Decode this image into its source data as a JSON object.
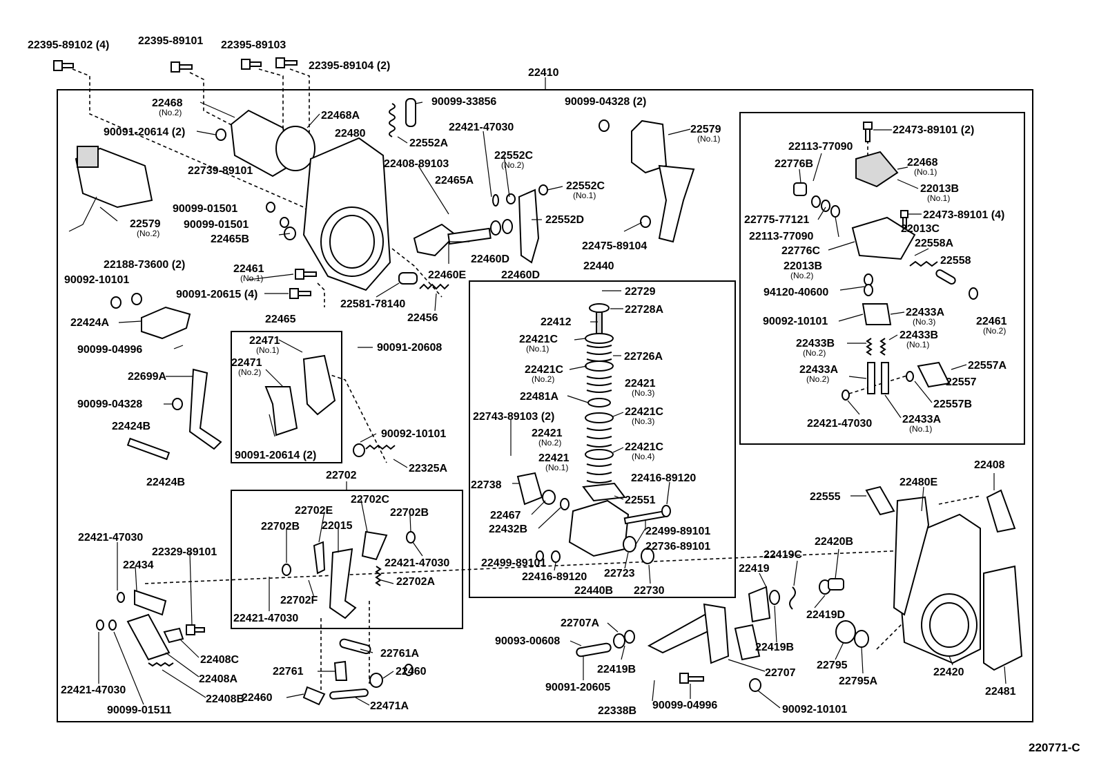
{
  "diagram": {
    "reference_code": "220771-C",
    "main_assembly": "22410",
    "labels": [
      {
        "id": "l1",
        "text": "22395-89102 (4)"
      },
      {
        "id": "l2",
        "text": "22395-89101"
      },
      {
        "id": "l3",
        "text": "22395-89103"
      },
      {
        "id": "l4",
        "text": "22395-89104 (2)"
      },
      {
        "id": "l5",
        "text": "22468",
        "sub": "(No.2)"
      },
      {
        "id": "l6",
        "text": "22468A"
      },
      {
        "id": "l7",
        "text": "90099-33856"
      },
      {
        "id": "l8",
        "text": "22552A"
      },
      {
        "id": "l9",
        "text": "90091-20614 (2)"
      },
      {
        "id": "l10",
        "text": "22480"
      },
      {
        "id": "l11",
        "text": "22421-47030"
      },
      {
        "id": "l12",
        "text": "22408-89103"
      },
      {
        "id": "l13",
        "text": "22552C",
        "sub": "(No.2)"
      },
      {
        "id": "l14",
        "text": "90099-04328 (2)"
      },
      {
        "id": "l15",
        "text": "22579",
        "sub": "(No.1)"
      },
      {
        "id": "l16",
        "text": "22739-89101"
      },
      {
        "id": "l17",
        "text": "22465A"
      },
      {
        "id": "l18",
        "text": "22552C",
        "sub": "(No.1)"
      },
      {
        "id": "l19",
        "text": "90099-01501"
      },
      {
        "id": "l20",
        "text": "90099-01501"
      },
      {
        "id": "l21",
        "text": "22579",
        "sub": "(No.2)"
      },
      {
        "id": "l22",
        "text": "22552D"
      },
      {
        "id": "l23",
        "text": "22465B"
      },
      {
        "id": "l24",
        "text": "22460D"
      },
      {
        "id": "l25",
        "text": "22475-89104"
      },
      {
        "id": "l26",
        "text": "22460E"
      },
      {
        "id": "l27",
        "text": "22460D"
      },
      {
        "id": "l28",
        "text": "22188-73600 (2)"
      },
      {
        "id": "l29",
        "text": "90092-10101"
      },
      {
        "id": "l30",
        "text": "22461",
        "sub": "(No.1)"
      },
      {
        "id": "l31",
        "text": "22440"
      },
      {
        "id": "l32",
        "text": "90091-20615 (4)"
      },
      {
        "id": "l33",
        "text": "22729"
      },
      {
        "id": "l34",
        "text": "22581-78140"
      },
      {
        "id": "l35",
        "text": "22728A"
      },
      {
        "id": "l36",
        "text": "22424A"
      },
      {
        "id": "l37",
        "text": "22465"
      },
      {
        "id": "l38",
        "text": "22456"
      },
      {
        "id": "l39",
        "text": "22412"
      },
      {
        "id": "l40",
        "text": "22421C",
        "sub": "(No.1)"
      },
      {
        "id": "l41",
        "text": "22471",
        "sub": "(No.1)"
      },
      {
        "id": "l42",
        "text": "90099-04996"
      },
      {
        "id": "l43",
        "text": "90091-20608"
      },
      {
        "id": "l44",
        "text": "22726A"
      },
      {
        "id": "l45",
        "text": "22471",
        "sub": "(No.2)"
      },
      {
        "id": "l46",
        "text": "22421C",
        "sub": "(No.2)"
      },
      {
        "id": "l47",
        "text": "22699A"
      },
      {
        "id": "l48",
        "text": "22421",
        "sub": "(No.3)"
      },
      {
        "id": "l49",
        "text": "22481A"
      },
      {
        "id": "l50",
        "text": "90099-04328"
      },
      {
        "id": "l51",
        "text": "22424B"
      },
      {
        "id": "l52",
        "text": "22743-89103 (2)"
      },
      {
        "id": "l53",
        "text": "22421C",
        "sub": "(No.3)"
      },
      {
        "id": "l54",
        "text": "90092-10101"
      },
      {
        "id": "l55",
        "text": "22421",
        "sub": "(No.2)"
      },
      {
        "id": "l56",
        "text": "22421C",
        "sub": "(No.4)"
      },
      {
        "id": "l57",
        "text": "90091-20614 (2)"
      },
      {
        "id": "l58",
        "text": "22325A"
      },
      {
        "id": "l59",
        "text": "22421",
        "sub": "(No.1)"
      },
      {
        "id": "l60",
        "text": "22424B"
      },
      {
        "id": "l61",
        "text": "22702"
      },
      {
        "id": "l62",
        "text": "22416-89120"
      },
      {
        "id": "l63",
        "text": "22738"
      },
      {
        "id": "l64",
        "text": "22551"
      },
      {
        "id": "l65",
        "text": "22702C"
      },
      {
        "id": "l66",
        "text": "22702E"
      },
      {
        "id": "l67",
        "text": "22702B"
      },
      {
        "id": "l68",
        "text": "22015"
      },
      {
        "id": "l69",
        "text": "22702B"
      },
      {
        "id": "l70",
        "text": "22467"
      },
      {
        "id": "l71",
        "text": "22432B"
      },
      {
        "id": "l72",
        "text": "22499-89101"
      },
      {
        "id": "l73",
        "text": "22421-47030"
      },
      {
        "id": "l74",
        "text": "22329-89101"
      },
      {
        "id": "l75",
        "text": "22736-89101"
      },
      {
        "id": "l76",
        "text": "22421-47030"
      },
      {
        "id": "l77",
        "text": "22434"
      },
      {
        "id": "l78",
        "text": "22499-89101"
      },
      {
        "id": "l79",
        "text": "22416-89120"
      },
      {
        "id": "l80",
        "text": "22723"
      },
      {
        "id": "l81",
        "text": "22702A"
      },
      {
        "id": "l82",
        "text": "22702F"
      },
      {
        "id": "l83",
        "text": "22440B"
      },
      {
        "id": "l84",
        "text": "22730"
      },
      {
        "id": "l85",
        "text": "22421-47030"
      },
      {
        "id": "l86",
        "text": "22408C"
      },
      {
        "id": "l87",
        "text": "22707A"
      },
      {
        "id": "l88",
        "text": "90093-00608"
      },
      {
        "id": "l89",
        "text": "22761A"
      },
      {
        "id": "l90",
        "text": "22408A"
      },
      {
        "id": "l91",
        "text": "22761"
      },
      {
        "id": "l92",
        "text": "22460"
      },
      {
        "id": "l93",
        "text": "22419B"
      },
      {
        "id": "l94",
        "text": "22707"
      },
      {
        "id": "l95",
        "text": "22421-47030"
      },
      {
        "id": "l96",
        "text": "22408B"
      },
      {
        "id": "l97",
        "text": "90091-20605"
      },
      {
        "id": "l98",
        "text": "22460"
      },
      {
        "id": "l99",
        "text": "22471A"
      },
      {
        "id": "l100",
        "text": "90099-01511"
      },
      {
        "id": "l101",
        "text": "22338B"
      },
      {
        "id": "l102",
        "text": "90099-04996"
      },
      {
        "id": "l103",
        "text": "90092-10101"
      },
      {
        "id": "l104",
        "text": "22473-89101 (2)"
      },
      {
        "id": "l105",
        "text": "22113-77090"
      },
      {
        "id": "l106",
        "text": "22776B"
      },
      {
        "id": "l107",
        "text": "22468",
        "sub": "(No.1)"
      },
      {
        "id": "l108",
        "text": "22013B",
        "sub": "(No.1)"
      },
      {
        "id": "l109",
        "text": "22775-77121"
      },
      {
        "id": "l110",
        "text": "22473-89101 (4)"
      },
      {
        "id": "l111",
        "text": "22113-77090"
      },
      {
        "id": "l112",
        "text": "22013C"
      },
      {
        "id": "l113",
        "text": "22776C"
      },
      {
        "id": "l114",
        "text": "22558A"
      },
      {
        "id": "l115",
        "text": "22013B",
        "sub": "(No.2)"
      },
      {
        "id": "l116",
        "text": "22558"
      },
      {
        "id": "l117",
        "text": "94120-40600"
      },
      {
        "id": "l118",
        "text": "22433A",
        "sub": "(No.3)"
      },
      {
        "id": "l119",
        "text": "90092-10101"
      },
      {
        "id": "l120",
        "text": "22461",
        "sub": "(No.2)"
      },
      {
        "id": "l121",
        "text": "22433B",
        "sub": "(No.2)"
      },
      {
        "id": "l122",
        "text": "22433B",
        "sub": "(No.1)"
      },
      {
        "id": "l123",
        "text": "22557A"
      },
      {
        "id": "l124",
        "text": "22433A",
        "sub": "(No.2)"
      },
      {
        "id": "l125",
        "text": "22557"
      },
      {
        "id": "l126",
        "text": "22557B"
      },
      {
        "id": "l127",
        "text": "22421-47030"
      },
      {
        "id": "l128",
        "text": "22433A",
        "sub": "(No.1)"
      },
      {
        "id": "l129",
        "text": "22408"
      },
      {
        "id": "l130",
        "text": "22555"
      },
      {
        "id": "l131",
        "text": "22480E"
      },
      {
        "id": "l132",
        "text": "22420B"
      },
      {
        "id": "l133",
        "text": "22419C"
      },
      {
        "id": "l134",
        "text": "22419"
      },
      {
        "id": "l135",
        "text": "22419D"
      },
      {
        "id": "l136",
        "text": "22419B"
      },
      {
        "id": "l137",
        "text": "22795"
      },
      {
        "id": "l138",
        "text": "22420"
      },
      {
        "id": "l139",
        "text": "22795A"
      },
      {
        "id": "l140",
        "text": "22481"
      }
    ]
  }
}
